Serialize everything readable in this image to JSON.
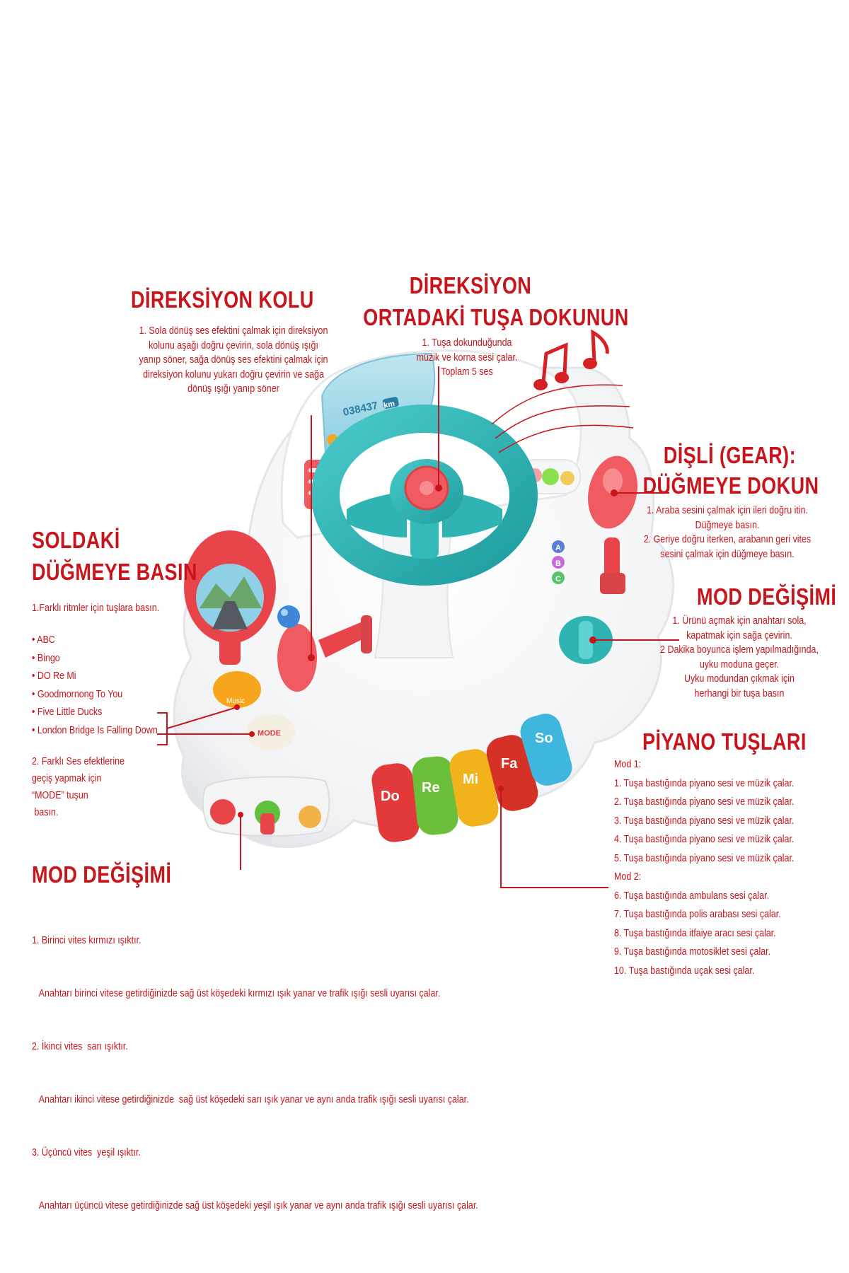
{
  "steering_lever": {
    "title": "DİREKSİYON KOLU",
    "lines": [
      "1. Sola dönüş ses efektini çalmak için direksiyon",
      "kolunu aşağı doğru çevirin, sola dönüş ışığı",
      "yanıp söner, sağa dönüş ses efektini çalmak için",
      "direksiyon kolunu yukarı doğru çevirin ve sağa",
      "dönüş ışığı yanıp söner"
    ]
  },
  "center_button": {
    "title_line1": "DİREKSİYON",
    "title_line2": "ORTADAKİ TUŞA DOKUNUN",
    "lines": [
      "1. Tuşa dokunduğunda",
      "müzik ve korna sesi  çalar.",
      "Toplam 5 ses"
    ]
  },
  "gear": {
    "title_line1": "DİŞLİ (GEAR):",
    "title_line2": "DÜĞMEYE DOKUN",
    "lines": [
      "1. Araba sesini çalmak için ileri doğru itin.",
      "Düğmeye basın.",
      "2. Geriye doğru iterken, arabanın geri vites",
      "sesini çalmak için düğmeye basın."
    ]
  },
  "mode_right": {
    "title": "MOD DEĞİŞİMİ",
    "lines": [
      "1. Ürünü açmak için anahtarı sola,",
      "kapatmak için sağa çevirin.",
      "2 Dakika boyunca işlem yapılmadığında,",
      "uyku moduna geçer.",
      "Uyku modundan çıkmak için",
      "herhangi bir tuşa basın"
    ]
  },
  "left_button": {
    "title_line1": "SOLDAKİ",
    "title_line2": "DÜĞMEYE BASIN",
    "intro": "1.Farklı ritmler için tuşlara basın.",
    "songs": [
      "ABC",
      "Bingo",
      "DO Re Mi",
      "Goodmornong To You",
      "Five Little Ducks",
      "London Bridge Is Falling Down"
    ],
    "sfx_lines": [
      "2. Farklı Ses efektlerine",
      "geçiş yapmak  için",
      "“MODE” tuşun",
      " basın."
    ]
  },
  "piano": {
    "title": "PİYANO TUŞLARI",
    "lines": [
      "Mod 1:",
      "1. Tuşa bastığında piyano sesi ve müzik çalar.",
      "2. Tuşa bastığında piyano sesi ve müzik çalar.",
      "3. Tuşa bastığında piyano sesi ve müzik çalar.",
      "4. Tuşa bastığında piyano sesi ve müzik çalar.",
      "5. Tuşa bastığında piyano sesi ve müzik çalar.",
      "Mod 2:",
      "6. Tuşa bastığında ambulans sesi çalar.",
      "7. Tuşa bastığında polis arabası sesi çalar.",
      "8. Tuşa bastığında itfaiye aracı sesi çalar.",
      "9. Tuşa bastığında motosiklet sesi çalar.",
      "10. Tuşa bastığında uçak sesi çalar."
    ]
  },
  "mode_bottom": {
    "title": "MOD DEĞİŞİMİ",
    "lines": [
      "1. Birinci vites kırmızı ışıktır.",
      "   Anahtarı birinci vitese getirdiğinizde sağ üst köşedeki kırmızı ışık yanar ve trafik ışığı sesli uyarısı çalar.",
      "2. İkinci vites  sarı ışıktır.",
      "   Anahtarı ikinci vitese getirdiğinizde  sağ üst köşedeki sarı ışık yanar ve aynı anda trafik ışığı sesli uyarısı çalar.",
      "3. Üçüncü vites  yeşil ışıktır.",
      "   Anahtarı üçüncü vitese getirdiğinizde sağ üst köşedeki yeşil ışık yanar ve aynı anda trafik ışığı sesli uyarısı çalar."
    ]
  },
  "toy": {
    "odometer": "038437",
    "odometer_unit": "km",
    "music_label": "Music",
    "mode_label": "MODE",
    "keys": [
      "Do",
      "Re",
      "Mi",
      "Fa",
      "So"
    ],
    "key_colors": [
      "#e23a3a",
      "#6cbf3a",
      "#f2b21c",
      "#d43226",
      "#3fb6dd"
    ],
    "abc_letters": [
      "A",
      "B",
      "C"
    ]
  },
  "colors": {
    "accent_red": "#c8141b",
    "teal": "#2fb3b3",
    "toy_red": "#e8454b"
  }
}
